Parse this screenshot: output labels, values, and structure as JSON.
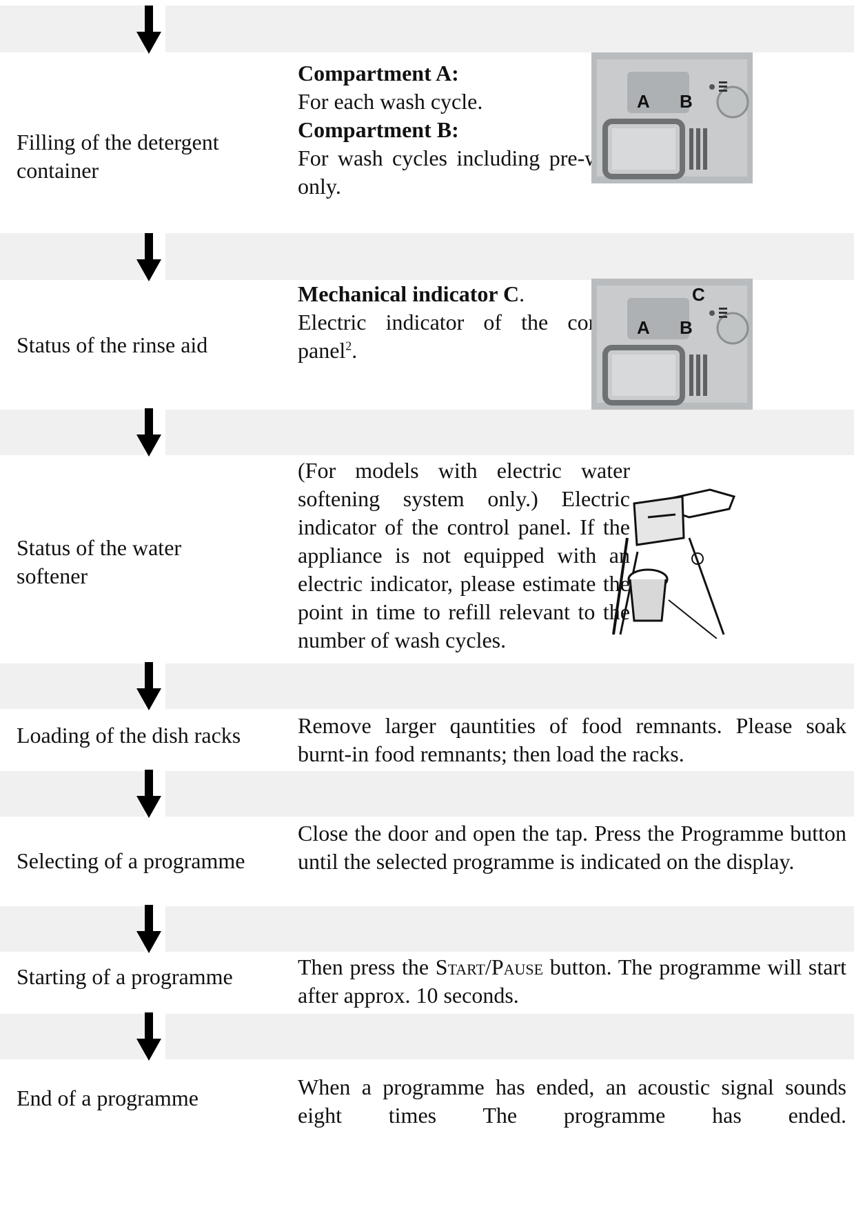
{
  "steps": [
    {
      "label": "Filling of the detergent container",
      "heading_a": "Compartment A:",
      "text_a": "For each wash cycle.",
      "heading_b": "Compartment B:",
      "text_b": "For wash cycles including pre-wash only.",
      "figure_labels": [
        "A",
        "B"
      ]
    },
    {
      "label": "Status of the rinse aid",
      "heading": "Mechanical indicator C",
      "heading_suffix": ".",
      "text": "Electric indicator of the control panel",
      "footnote_mark": "2",
      "text_end": ".",
      "figure_labels": [
        "A",
        "B",
        "C"
      ]
    },
    {
      "label": "Status of the water softener",
      "text": "(For models with electric water softening system only.) Electric indicator of the control panel. If the appliance is not equipped with an electric indicator, please estimate the point in time to refill relevant to the number of wash cycles."
    },
    {
      "label": "Loading of the dish racks",
      "text": "Remove larger qauntities of food remnants. Please soak burnt-in food remnants; then load the racks."
    },
    {
      "label": "Selecting of a programme",
      "text": "Close the door and open the tap. Press the Programme button until the selected programme is indicated on the display."
    },
    {
      "label": "Starting of a programme",
      "text_before": "Then press the ",
      "button_name": "Start/Pause",
      "text_after": " button. The programme will start after approx. 10 seconds."
    },
    {
      "label": "End of a programme",
      "text": "When a programme has ended, an acoustic signal sounds eight times The programme has ended."
    }
  ]
}
